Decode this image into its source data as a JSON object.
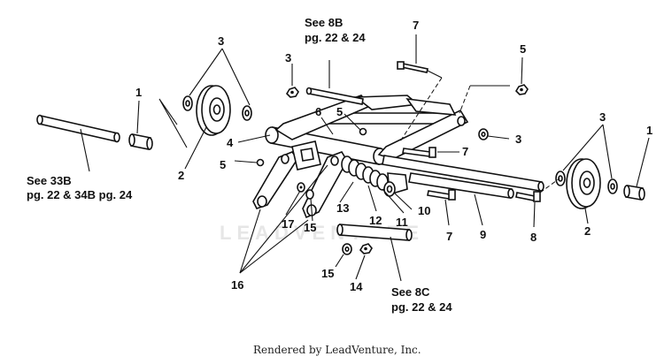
{
  "callouts": {
    "n1_left": "1",
    "n1_right": "1",
    "n2_left": "2",
    "n2_right": "2",
    "n3_top_left": "3",
    "n3_left_nut": "3",
    "n3_top_right": "3",
    "n3_mid_right": "3",
    "n4": "4",
    "n5_left": "5",
    "n5_center": "5",
    "n5_top_right": "5",
    "n6": "6",
    "n7_top": "7",
    "n7_mid_right": "7",
    "n7_bottom": "7",
    "n8": "8",
    "n9": "9",
    "n10": "10",
    "n11": "11",
    "n12": "12",
    "n13": "13",
    "n14": "14",
    "n15_upper": "15",
    "n15_lower": "15",
    "n16": "16",
    "n17": "17"
  },
  "references": {
    "see_8b_line1": "See 8B",
    "see_8b_line2": "pg. 22 & 24",
    "see_33b_line1": "See 33B",
    "see_33b_line2": "pg. 22 & 34B pg. 24",
    "see_8c_line1": "See 8C",
    "see_8c_line2": "pg. 22 & 24"
  },
  "watermark": "LEADVENTURE",
  "credit": "Rendered by LeadVenture, Inc."
}
